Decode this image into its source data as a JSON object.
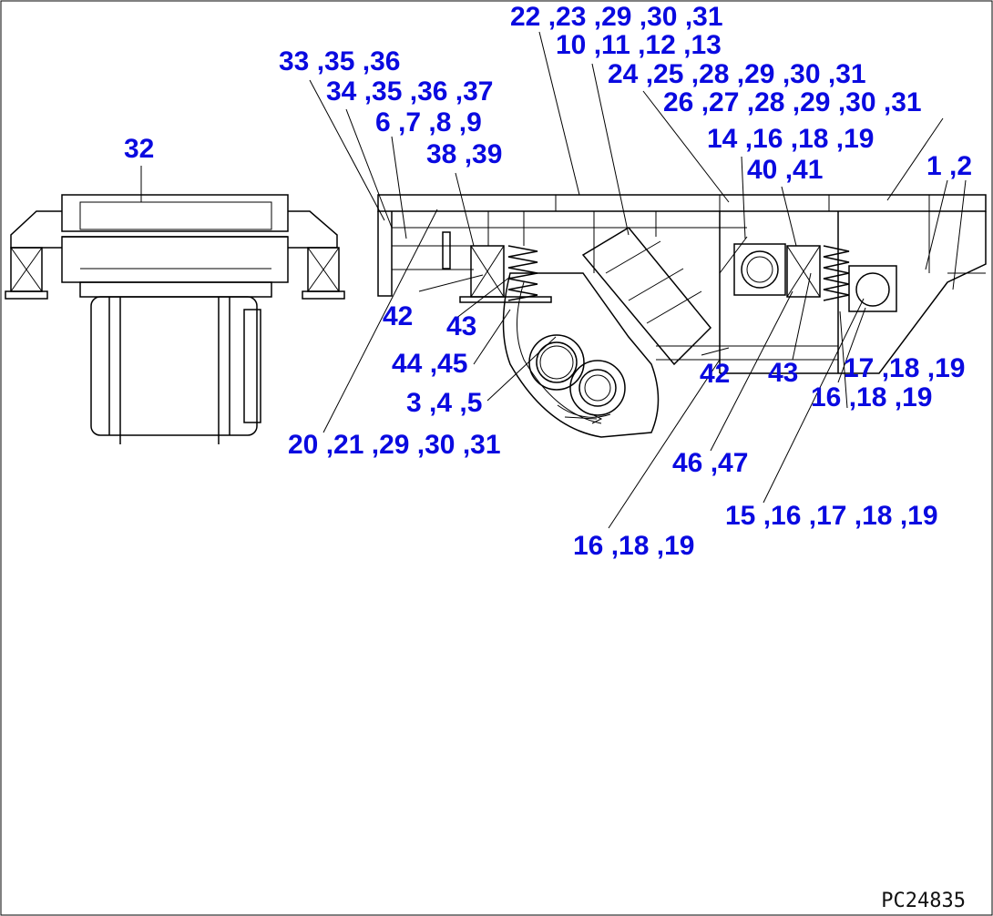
{
  "drawing_code": "PC24835",
  "callouts": [
    {
      "text": "22 ,23 ,29 ,30 ,31"
    },
    {
      "text": "10 ,11 ,12 ,13"
    },
    {
      "text": "24 ,25 ,28 ,29 ,30 ,31"
    },
    {
      "text": "26 ,27 ,28 ,29 ,30 ,31"
    },
    {
      "text": "14 ,16 ,18 ,19"
    },
    {
      "text": "40 ,41"
    },
    {
      "text": "1 ,2"
    },
    {
      "text": "33 ,35 ,36"
    },
    {
      "text": "34 ,35 ,36 ,37"
    },
    {
      "text": "6 ,7 ,8 ,9"
    },
    {
      "text": "38 ,39"
    },
    {
      "text": "32"
    },
    {
      "text": "42"
    },
    {
      "text": "43"
    },
    {
      "text": "44 ,45"
    },
    {
      "text": "3 ,4 ,5"
    },
    {
      "text": "20 ,21 ,29 ,30 ,31"
    },
    {
      "text": "42"
    },
    {
      "text": "43"
    },
    {
      "text": "17 ,18 ,19"
    },
    {
      "text": "16 ,18 ,19"
    },
    {
      "text": "46 ,47"
    },
    {
      "text": "15 ,16 ,17 ,18 ,19"
    },
    {
      "text": "16 ,18 ,19"
    }
  ]
}
